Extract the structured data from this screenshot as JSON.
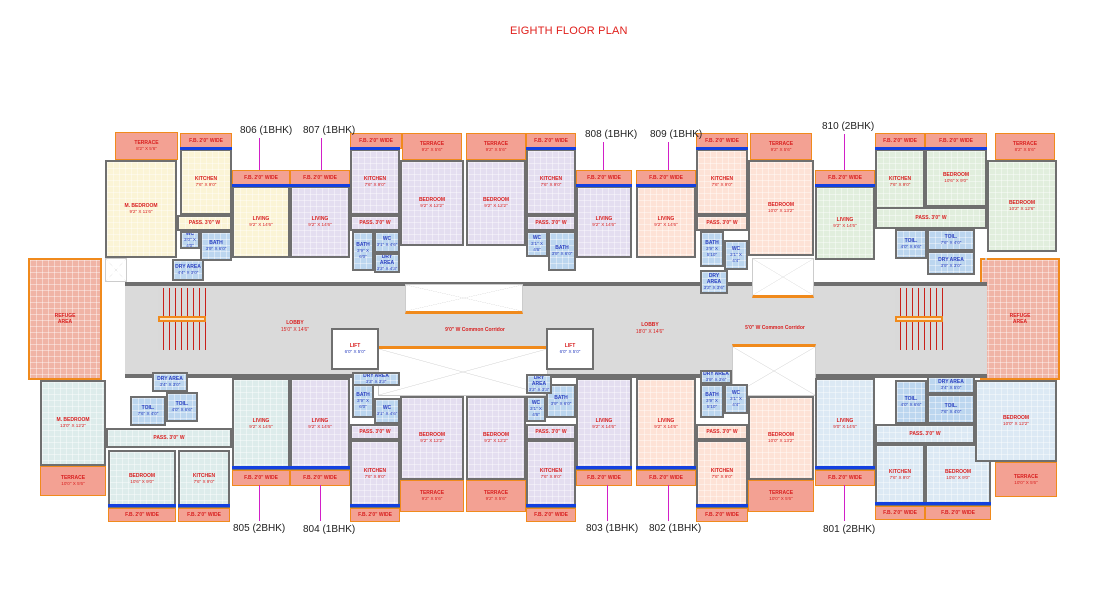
{
  "title": "EIGHTH  FLOOR PLAN",
  "units": {
    "u806": "806  (1BHK)",
    "u807": "807  (1BHK)",
    "u808": "808  (1BHK)",
    "u809": "809  (1BHK)",
    "u810": "810  (2BHK)",
    "u805": "805  (2BHK)",
    "u804": "804  (1BHK)",
    "u803": "803  (1BHK)",
    "u802": "802  (1BHK)",
    "u801": "801  (2BHK)"
  },
  "common": {
    "lobby_left": {
      "name": "LOBBY",
      "dim": "15'0\" X 14'6\""
    },
    "lobby_right": {
      "name": "LOBBY",
      "dim": "18'0\" X 14'6\""
    },
    "corridor_left": "9'0\"  W Common Corridor",
    "corridor_right": "5'0\"  W Common Corridor",
    "lift_left": {
      "name": "LIFT",
      "dim": "6'0\" X 5'0\""
    },
    "lift_right": {
      "name": "LIFT",
      "dim": "6'0\" X 5'0\""
    },
    "refuge_left": {
      "name": "REFUGE",
      "dim": "AREA"
    },
    "refuge_right": {
      "name": "REFUGE",
      "dim": "AREA"
    }
  },
  "colors": {
    "unit_806": "#fbf4d6",
    "unit_lavender": "#e4def0",
    "unit_peach": "#fde2d6",
    "unit_810": "#e1eedd",
    "unit_805": "#ddeceb",
    "unit_801": "#dce9f4",
    "terrace": "#f3a193",
    "wet": "#bcd6ef",
    "corridor": "#dadada",
    "wall": "#6f6f6f",
    "window": "#1340e0",
    "parapet": "#f08a1c"
  },
  "rooms": {
    "t806_ter": {
      "name": "TERRACE",
      "dim": "8'2\" X 5'6\""
    },
    "t806_fbk": {
      "name": "F.B. 2'0\" WIDE",
      "dim": ""
    },
    "t806_kit": {
      "name": "KITCHEN",
      "dim": "7'6\" X 9'0\""
    },
    "t806_bed": {
      "name": "M. BEDROOM",
      "dim": "9'2\" X 11'6\""
    },
    "t806_fbl": {
      "name": "F.B. 2'0\" WIDE",
      "dim": ""
    },
    "t806_liv": {
      "name": "LIVING",
      "dim": "9'2\" X 14'6\""
    },
    "t806_pas": {
      "name": "PASS. 3'0\" W",
      "dim": ""
    },
    "t806_wc": {
      "name": "WC",
      "dim": "3'0\" X 4'0\""
    },
    "t806_bath": {
      "name": "BATH",
      "dim": "3'9\" X 6'0\""
    },
    "t806_dry": {
      "name": "DRY AREA",
      "dim": "4'4\" X 3'0\""
    },
    "t807_fbl": {
      "name": "F.B. 2'0\" WIDE",
      "dim": ""
    },
    "t807_liv": {
      "name": "LIVING",
      "dim": "9'2\" X 14'6\""
    },
    "t807_fbk": {
      "name": "F.B. 2'0\" WIDE",
      "dim": ""
    },
    "t807_kit": {
      "name": "KITCHEN",
      "dim": "7'6\" X 9'0\""
    },
    "t807_ter": {
      "name": "TERRACE",
      "dim": "9'2\" X 5'6\""
    },
    "t807_bed": {
      "name": "BEDROOM",
      "dim": "9'2\" X 12'2\""
    },
    "t807_pas": {
      "name": "PASS. 3'0\" W",
      "dim": ""
    },
    "t807_bath": {
      "name": "BATH",
      "dim": "3'9\" X 6'0\""
    },
    "t807_wc": {
      "name": "WC",
      "dim": "3'1\" X 4'6\""
    },
    "t807_dry": {
      "name": "DRY AREA",
      "dim": "3'3\" X 4'3\""
    },
    "t808_ter": {
      "name": "TERRACE",
      "dim": "9'2\" X 5'6\""
    },
    "t808_bed": {
      "name": "BEDROOM",
      "dim": "9'2\" X 12'2\""
    },
    "t808_fbk": {
      "name": "F.B. 2'0\" WIDE",
      "dim": ""
    },
    "t808_kit": {
      "name": "KITCHEN",
      "dim": "7'6\" X 9'0\""
    },
    "t808_fbl": {
      "name": "F.B. 2'0\" WIDE",
      "dim": ""
    },
    "t808_liv": {
      "name": "LIVING",
      "dim": "9'2\" X 14'6\""
    },
    "t808_pas": {
      "name": "PASS. 3'0\" W",
      "dim": ""
    },
    "t808_wc": {
      "name": "WC",
      "dim": "3'1\" X 4'6\""
    },
    "t808_bath": {
      "name": "BATH",
      "dim": "3'9\" X 6'0\""
    },
    "t809_fbl": {
      "name": "F.B. 2'0\" WIDE",
      "dim": ""
    },
    "t809_liv": {
      "name": "LIVING",
      "dim": "9'2\" X 14'6\""
    },
    "t809_fbk": {
      "name": "F.B. 2'0\" WIDE",
      "dim": ""
    },
    "t809_kit": {
      "name": "KITCHEN",
      "dim": "7'6\" X 9'0\""
    },
    "t809_ter": {
      "name": "TERRACE",
      "dim": "9'2\" X 5'6\""
    },
    "t809_bed": {
      "name": "BEDROOM",
      "dim": "10'0\" X 13'2\""
    },
    "t809_pas": {
      "name": "PASS. 3'0\" W",
      "dim": ""
    },
    "t809_bath": {
      "name": "BATH",
      "dim": "3'9\" X 5'10\""
    },
    "t809_wc": {
      "name": "WC",
      "dim": "3'1\" X 4'4\""
    },
    "t809_dry": {
      "name": "DRY AREA",
      "dim": "3'3\" X 3'6\""
    },
    "t810_fbl": {
      "name": "F.B. 2'0\" WIDE",
      "dim": ""
    },
    "t810_liv": {
      "name": "LIVING",
      "dim": "9'2\" X 14'6\""
    },
    "t810_fbk": {
      "name": "F.B. 2'0\" WIDE",
      "dim": ""
    },
    "t810_kit": {
      "name": "KITCHEN",
      "dim": "7'6\" X 9'0\""
    },
    "t810_fbb": {
      "name": "F.B. 2'0\" WIDE",
      "dim": ""
    },
    "t810_bed": {
      "name": "BEDROOM",
      "dim": "10'6\" X 9'0\""
    },
    "t810_ter": {
      "name": "TERRACE",
      "dim": "8'2\" X 5'6\""
    },
    "t810_mbed": {
      "name": "BEDROOM",
      "dim": "10'2\" X 12'6\""
    },
    "t810_pas": {
      "name": "PASS. 3'0\" W",
      "dim": ""
    },
    "t810_toil1": {
      "name": "TOIL.",
      "dim": "4'0\" X 6'6\""
    },
    "t810_toil2": {
      "name": "TOIL.",
      "dim": "7'6\" X 4'0\""
    },
    "t810_dry": {
      "name": "DRY AREA",
      "dim": "3'9\" X 3'0\""
    },
    "b805_mbed": {
      "name": "M. BEDROOM",
      "dim": "13'0\" X 12'2\""
    },
    "b805_ter": {
      "name": "TERRACE",
      "dim": "10'0\" X 5'6\""
    },
    "b805_bed": {
      "name": "BEDROOM",
      "dim": "10'6\" X 9'0\""
    },
    "b805_fbb": {
      "name": "F.B. 2'0\" WIDE",
      "dim": ""
    },
    "b805_kit": {
      "name": "KITCHEN",
      "dim": "7'6\" X 9'0\""
    },
    "b805_fbk": {
      "name": "F.B. 2'0\" WIDE",
      "dim": ""
    },
    "b805_liv": {
      "name": "LIVING",
      "dim": "9'2\" X 14'6\""
    },
    "b805_fbl": {
      "name": "F.B. 2'0\" WIDE",
      "dim": ""
    },
    "b805_pas": {
      "name": "PASS. 3'0\" W",
      "dim": ""
    },
    "b805_toil1": {
      "name": "TOIL.",
      "dim": "7'6\" X 4'0\""
    },
    "b805_toil2": {
      "name": "TOIL.",
      "dim": "4'0\" X 6'6\""
    },
    "b805_dry": {
      "name": "DRY AREA",
      "dim": "3'4\" X 3'0\""
    },
    "b804_liv": {
      "name": "LIVING",
      "dim": "9'2\" X 14'6\""
    },
    "b804_fbl": {
      "name": "F.B. 2'0\" WIDE",
      "dim": ""
    },
    "b804_kit": {
      "name": "KITCHEN",
      "dim": "7'6\" X 9'0\""
    },
    "b804_fbk": {
      "name": "F.B. 2'0\" WIDE",
      "dim": ""
    },
    "b804_bed": {
      "name": "BEDROOM",
      "dim": "9'2\" X 12'2\""
    },
    "b804_ter": {
      "name": "TERRACE",
      "dim": "9'2\" X 5'6\""
    },
    "b804_pas": {
      "name": "PASS. 3'0\" W",
      "dim": ""
    },
    "b804_bath": {
      "name": "BATH",
      "dim": "3'9\" X 6'0\""
    },
    "b804_wc": {
      "name": "WC",
      "dim": "3'1\" X 4'6\""
    },
    "b804_dry": {
      "name": "DRY AREA",
      "dim": "3'3\" X 3'3\""
    },
    "b803_bed": {
      "name": "BEDROOM",
      "dim": "9'2\" X 12'2\""
    },
    "b803_ter": {
      "name": "TERRACE",
      "dim": "9'2\" X 5'6\""
    },
    "b803_kit": {
      "name": "KITCHEN",
      "dim": "7'6\" X 9'0\""
    },
    "b803_fbk": {
      "name": "F.B. 2'0\" WIDE",
      "dim": ""
    },
    "b803_liv": {
      "name": "LIVING",
      "dim": "9'2\" X 14'6\""
    },
    "b803_fbl": {
      "name": "F.B. 2'0\" WIDE",
      "dim": ""
    },
    "b803_pas": {
      "name": "PASS. 3'0\" W",
      "dim": ""
    },
    "b803_bath": {
      "name": "BATH",
      "dim": "3'9\" X 6'0\""
    },
    "b803_wc": {
      "name": "WC",
      "dim": "3'1\" X 4'6\""
    },
    "b803_dry": {
      "name": "DRY AREA",
      "dim": "3'3\" X 3'3\""
    },
    "b802_liv": {
      "name": "LIVING",
      "dim": "9'2\" X 14'6\""
    },
    "b802_fbl": {
      "name": "F.B. 2'0\" WIDE",
      "dim": ""
    },
    "b802_kit": {
      "name": "KITCHEN",
      "dim": "7'6\" X 9'0\""
    },
    "b802_fbk": {
      "name": "F.B. 2'0\" WIDE",
      "dim": ""
    },
    "b802_bed": {
      "name": "BEDROOM",
      "dim": "10'0\" X 13'2\""
    },
    "b802_ter": {
      "name": "TERRACE",
      "dim": "10'0\" X 5'6\""
    },
    "b802_pas": {
      "name": "PASS. 3'0\" W",
      "dim": ""
    },
    "b802_bath": {
      "name": "BATH",
      "dim": "3'9\" X 5'10\""
    },
    "b802_wc": {
      "name": "WC",
      "dim": "3'1\" X 4'4\""
    },
    "b802_dry": {
      "name": "DRY AREA",
      "dim": "3'9\" X 3'6\""
    },
    "b801_liv": {
      "name": "LIVING",
      "dim": "9'0\" X 14'6\""
    },
    "b801_fbl": {
      "name": "F.B. 2'0\" WIDE",
      "dim": ""
    },
    "b801_kit": {
      "name": "KITCHEN",
      "dim": "7'6\" X 9'0\""
    },
    "b801_fbk": {
      "name": "F.B. 2'0\" WIDE",
      "dim": ""
    },
    "b801_bed": {
      "name": "BEDROOM",
      "dim": "10'6\" X 9'0\""
    },
    "b801_fbb": {
      "name": "F.B. 2'0\" WIDE",
      "dim": ""
    },
    "b801_mbed": {
      "name": "BEDROOM",
      "dim": "10'0\" X 12'2\""
    },
    "b801_ter": {
      "name": "TERRACE",
      "dim": "10'0\" X 5'6\""
    },
    "b801_pas": {
      "name": "PASS. 3'0\" W",
      "dim": ""
    },
    "b801_toil1": {
      "name": "TOIL.",
      "dim": "4'0\" X 6'6\""
    },
    "b801_toil2": {
      "name": "TOIL.",
      "dim": "7'6\" X 4'0\""
    },
    "b801_dry": {
      "name": "DRY AREA",
      "dim": "3'4\" X 5'0\""
    }
  }
}
